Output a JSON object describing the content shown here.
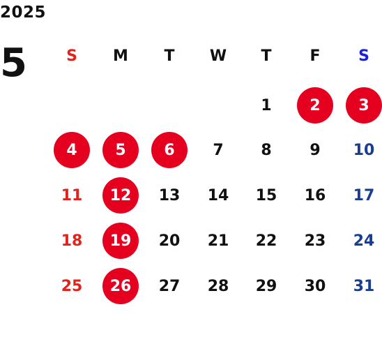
{
  "calendar": {
    "year": "2025",
    "month": "5",
    "weekdays": [
      "S",
      "M",
      "T",
      "W",
      "T",
      "F",
      "S"
    ],
    "first_weekday_index": 4,
    "days_in_month": 31,
    "holidays": [
      2,
      3,
      4,
      5,
      6,
      12,
      19,
      26
    ],
    "colors": {
      "sunday": "#e0241b",
      "saturday_header": "#1a22d8",
      "saturday": "#1a3e8f",
      "weekday": "#111111",
      "holiday_bg": "#e50020",
      "holiday_text": "#ffffff"
    }
  }
}
